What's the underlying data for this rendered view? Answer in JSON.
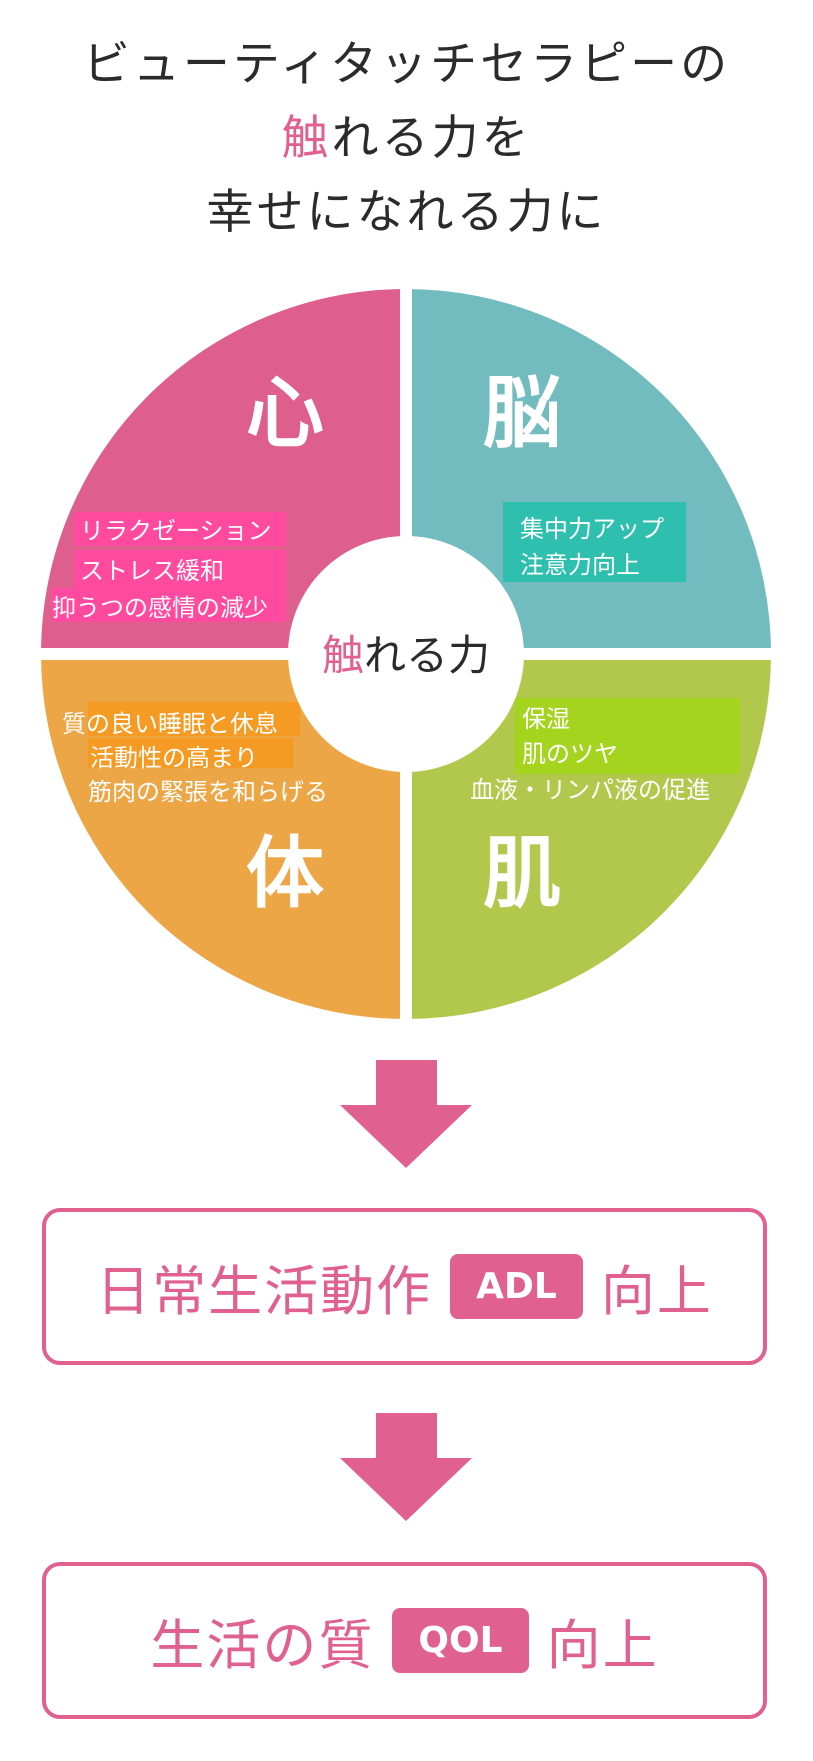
{
  "title": {
    "line1": "ビューティタッチセラピーの",
    "line2_highlight": "触",
    "line2_rest": "れる力を",
    "line3": "幸せになれる力に"
  },
  "center": {
    "highlight": "触",
    "rest": "れる力"
  },
  "quadrants": {
    "mind": {
      "label": "心",
      "color": "#de5f8c",
      "highlight_color": "#ff4aa0",
      "items": [
        "リラクゼーション",
        "ストレス緩和",
        "抑うつの感情の減少"
      ]
    },
    "brain": {
      "label": "脳",
      "color": "#72bcc0",
      "highlight_color": "#2fbfae",
      "items": [
        "集中力アップ",
        "注意力向上"
      ]
    },
    "body": {
      "label": "体",
      "color": "#eda646",
      "highlight_color": "#f59a22",
      "items": [
        "質の良い睡眠と休息",
        "活動性の高まり",
        "筋肉の緊張を和らげる"
      ]
    },
    "skin": {
      "label": "肌",
      "color": "#b2c84c",
      "highlight_color": "#a4d41e",
      "items": [
        "保湿",
        "肌のツヤ",
        "血液・リンパ液の促進"
      ]
    }
  },
  "results": [
    {
      "text": "日常生活動作",
      "badge": "ADL",
      "suffix": "向上"
    },
    {
      "text": "生活の質",
      "badge": "QOL",
      "suffix": "向上"
    }
  ],
  "accent_color": "#e0608f"
}
